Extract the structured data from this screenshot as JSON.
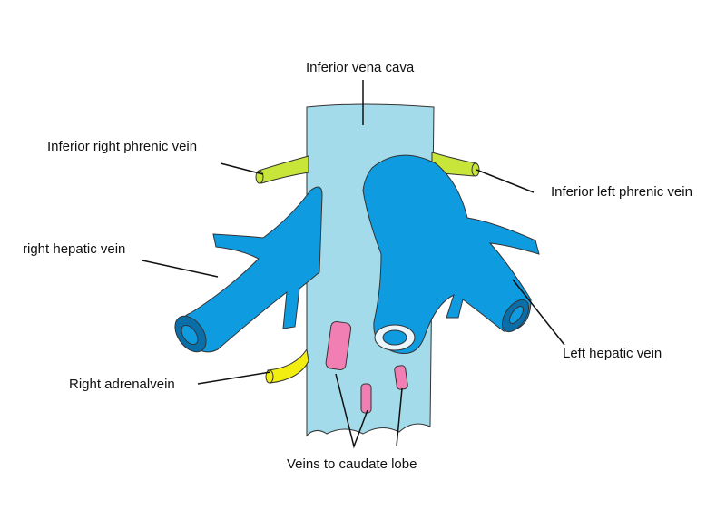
{
  "title": "Hepatic veins and inferior vena cava",
  "labels": {
    "ivc": "Inferior vena cava",
    "right_phrenic": "Inferior right phrenic vein",
    "left_phrenic": "Inferior left phrenic vein",
    "right_hepatic": "right hepatic vein",
    "left_hepatic": "Left hepatic vein",
    "right_adrenal": "Right adrenalvein",
    "caudate": "Veins to caudate lobe"
  },
  "colors": {
    "ivc": "#a3dbea",
    "hepatic": "#0f9be0",
    "phrenic": "#c8e639",
    "adrenal": "#f2ee12",
    "caudate": "#f27fb4"
  }
}
